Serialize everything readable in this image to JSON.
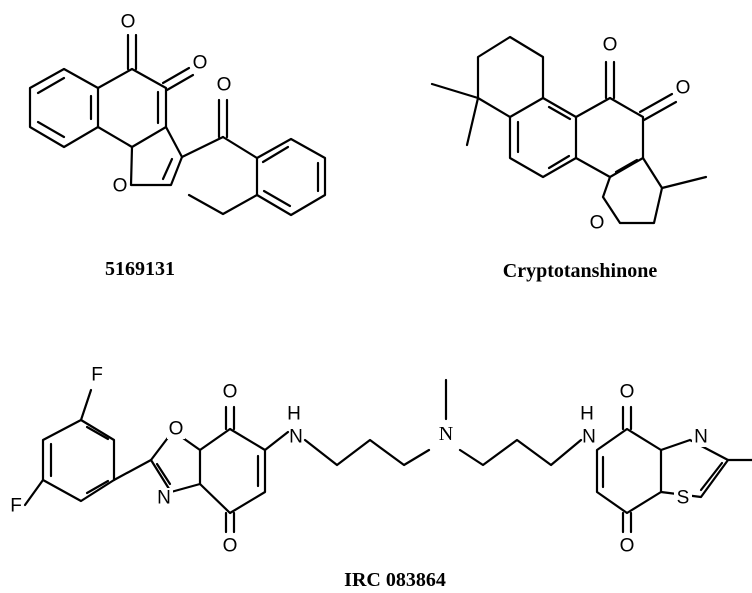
{
  "compounds": [
    {
      "name": "5169131",
      "atoms": {
        "O1": "O",
        "O2": "O",
        "O3": "O",
        "O4": "O"
      }
    },
    {
      "name": "Cryptotanshinone",
      "atoms": {
        "O1": "O",
        "O2": "O",
        "O3": "O"
      }
    },
    {
      "name": "IRC 083864",
      "atoms": {
        "F1": "F",
        "F2": "F",
        "Oox": "O",
        "Nox": "N",
        "Oq1": "O",
        "Oq2": "O",
        "NH1": "H",
        "N1": "N",
        "Nc": "N",
        "NH2": "H",
        "N2": "N",
        "Oq3": "O",
        "Oq4": "O",
        "Nth": "N",
        "Sth": "S"
      }
    }
  ]
}
